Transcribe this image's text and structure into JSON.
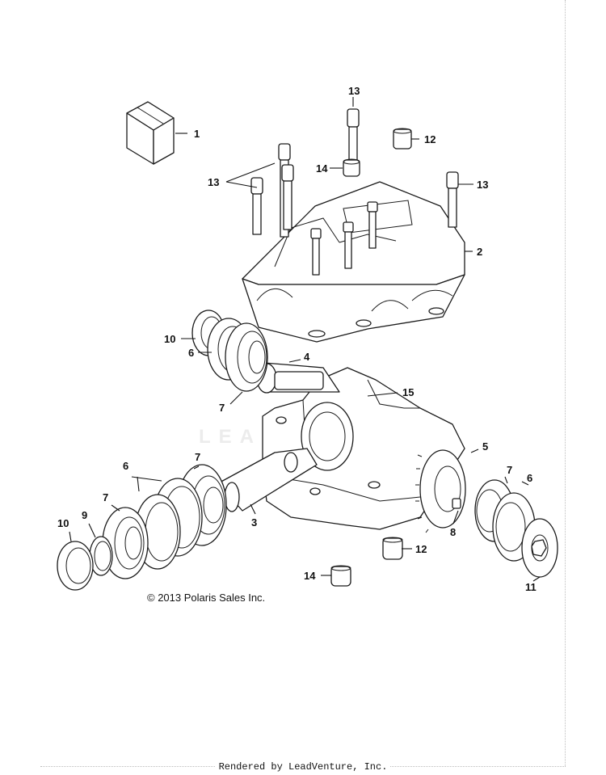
{
  "copyright": "© 2013 Polaris Sales Inc.",
  "footer": "Rendered by LeadVenture, Inc.",
  "watermark": "LEAD",
  "callouts": {
    "c1": "1",
    "c2": "2",
    "c3": "3",
    "c4": "4",
    "c5": "5",
    "c6a": "6",
    "c6b": "6",
    "c6c": "6",
    "c7a": "7",
    "c7b": "7",
    "c7c": "7",
    "c7d": "7",
    "c8": "8",
    "c9": "9",
    "c10a": "10",
    "c10b": "10",
    "c11": "11",
    "c12a": "12",
    "c12b": "12",
    "c13a": "13",
    "c13b": "13",
    "c13c": "13",
    "c14a": "14",
    "c14b": "14",
    "c15": "15"
  }
}
